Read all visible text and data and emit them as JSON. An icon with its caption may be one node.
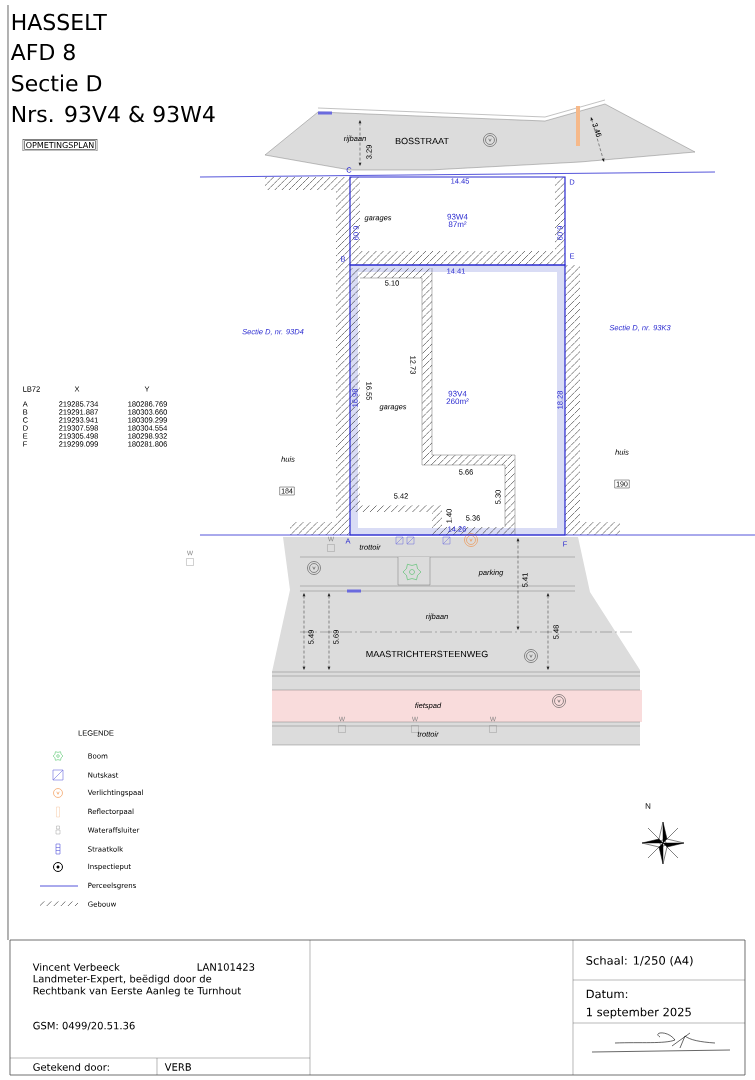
{
  "diagram": {
    "nodes": [
      {
        "text": [
          "OPMETINGSPLAN"
        ]
      },
      {
        "text": [
          "93W4",
          "87m²"
        ]
      },
      {
        "text": [
          "93V4",
          "260m²"
        ]
      },
      {
        "text": [
          "184"
        ]
      },
      {
        "text": [
          "190"
        ]
      }
    ],
    "labels": [
      "HASSELT",
      "AFD 8",
      "Sectie D",
      "Nrs. 93V4 & 93W4",
      "rijbaan",
      "BOSSTRAAT",
      "3.29",
      "3.46",
      "C",
      "14.45",
      "D",
      "garages",
      "6.09",
      "6.09",
      "B",
      "E",
      "14.41",
      "5.10",
      "Sectie D, nr. 93D4",
      "Sectie D, nr. 93K3",
      "12.73",
      "16.98",
      "16.55",
      "18.28",
      "garages",
      "LB72",
      "X",
      "Y",
      "A",
      "219285.734",
      "180286.769",
      "B",
      "219291.887",
      "180303.660",
      "C",
      "219293.941",
      "180309.299",
      "D",
      "219307.598",
      "180304.554",
      "E",
      "219305.498",
      "180298.932",
      "F",
      "219299.099",
      "180281.806",
      "huis",
      "huis",
      "5.66",
      "5.42",
      "5.30",
      "1.40",
      "5.36",
      "14.26",
      "W",
      "A",
      "F",
      "trottoir",
      "W",
      "parking",
      "5.41",
      "rijbaan",
      "5.49",
      "5.69",
      "5.48",
      "MAASTRICHTERSTEENWEG",
      "fietspad",
      "W",
      "W",
      "W",
      "LEGENDE",
      "trottoir",
      "N",
      "Vincent Verbeeck",
      "LAN101423",
      "Landmeter-Expert, beëdigd door de Rechtbank van Eerste Aanleg te Turnhout",
      "GSM: 0499/20.51.36",
      "Getekend door:",
      "VERB",
      "Schaal: 1/250 (A4)",
      "Datum:",
      "1 september 2025"
    ],
    "legend": [
      {
        "text": "Boom"
      },
      {
        "text": "Nutskast"
      },
      {
        "text": "Verlichtingspaal"
      },
      {
        "text": "Reflectorpaal"
      },
      {
        "text": "Wateraffsluiter"
      },
      {
        "text": "Straatkolk"
      },
      {
        "text": "Inspectieput"
      },
      {
        "text": "Perceelsgrens"
      },
      {
        "text": "Gebouw"
      }
    ]
  }
}
